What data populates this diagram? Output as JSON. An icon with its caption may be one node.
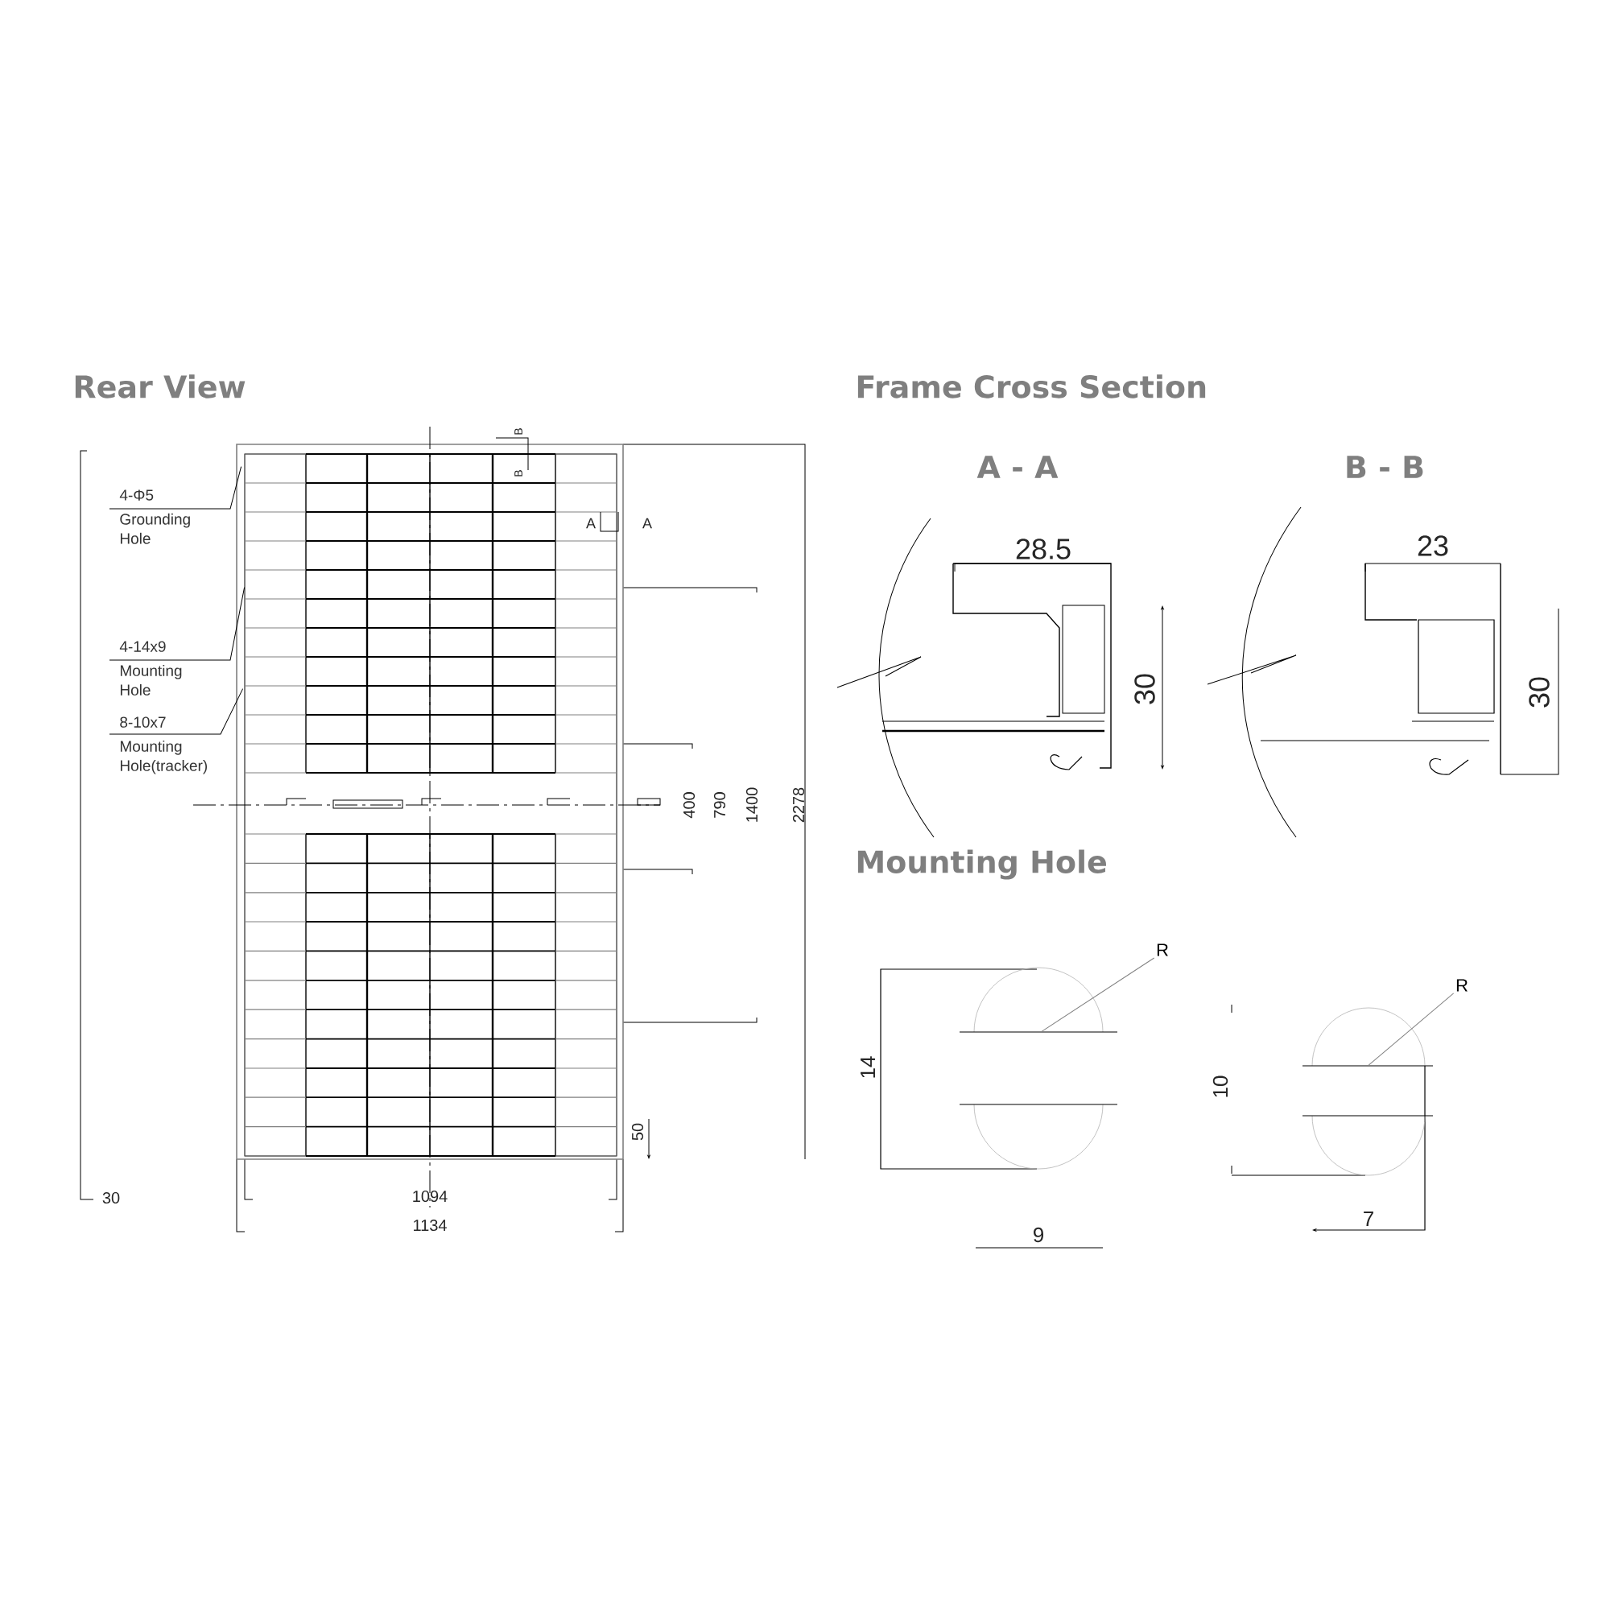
{
  "diagram": {
    "nodes": [
      {
        "text": [
          "4-Φ5",
          "Grounding Hole"
        ]
      },
      {
        "text": [
          "4-14x9",
          "Mounting Hole"
        ]
      },
      {
        "text": [
          "8-10x7",
          "Mounting Hole(tracker)"
        ]
      },
      {
        "text": [
          "R"
        ]
      },
      {
        "text": [
          "R"
        ]
      },
      {
        "text": [],
        "shape": "picture"
      },
      {
        "text": [],
        "shape": "picture"
      },
      {
        "text": [],
        "shape": "picture"
      }
    ],
    "edges": [
      {
        "from": 0,
        "to": 5,
        "arrow": "none"
      },
      {
        "from": 1,
        "to": 5,
        "arrow": "none"
      },
      {
        "from": 2,
        "to": 5,
        "arrow": "none"
      },
      {
        "from": 3,
        "to": 6,
        "arrow": "none",
        "color": "#808080"
      },
      {
        "from": 4,
        "to": 7,
        "arrow": "none",
        "color": "#808080"
      }
    ],
    "labels": [
      "Rear View",
      "Frame Cross Section",
      "B",
      "B",
      "A - A",
      "B - B",
      "A",
      "A",
      "28.5",
      "23",
      "30",
      "30",
      "400",
      "790",
      "1400",
      "2278",
      "Mounting Hole",
      "14",
      "10",
      "50",
      "30",
      "1094",
      "1134",
      "9",
      "7"
    ]
  }
}
